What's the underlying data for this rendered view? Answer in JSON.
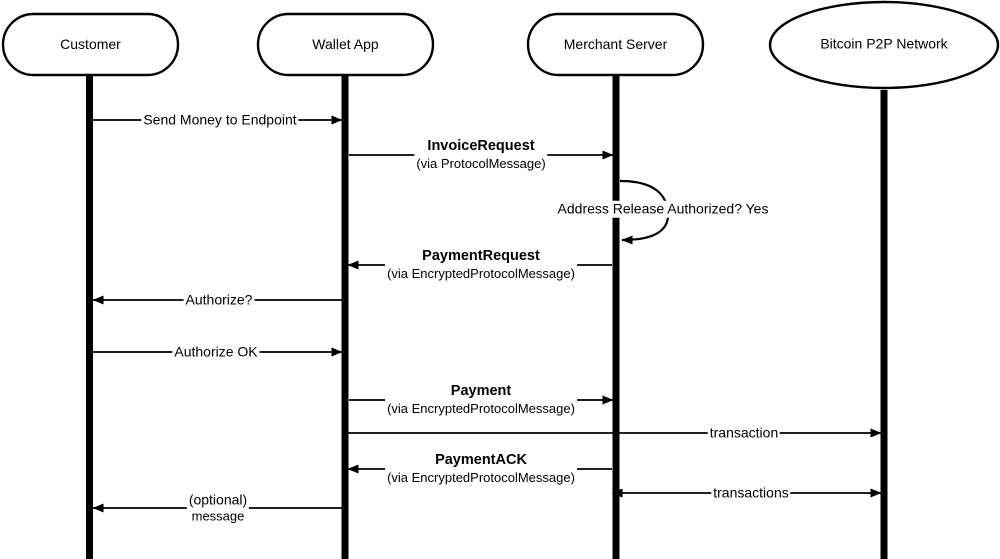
{
  "diagram": {
    "title": "Bitcoin Payment Protocol Sequence Diagram",
    "background_color": "#ffffff",
    "line_color": "#000000",
    "actors": [
      {
        "id": "customer",
        "label": "Customer",
        "shape": "rounded-rect"
      },
      {
        "id": "wallet",
        "label": "Wallet App",
        "shape": "rounded-rect"
      },
      {
        "id": "merchant",
        "label": "Merchant Server",
        "shape": "rounded-rect"
      },
      {
        "id": "bitcoin",
        "label": "Bitcoin P2P Network",
        "shape": "ellipse"
      }
    ],
    "messages": [
      {
        "id": "send-money-to-endpoint",
        "primary": "Send Money to Endpoint",
        "secondary": "",
        "bold": false,
        "from": "customer",
        "to": "wallet",
        "direction": "right"
      },
      {
        "id": "invoice-request",
        "primary": "InvoiceRequest",
        "secondary": "(via ProtocolMessage)",
        "bold": true,
        "from": "wallet",
        "to": "merchant",
        "direction": "right"
      },
      {
        "id": "address-release-authorized",
        "primary": "Address Release Authorized? Yes",
        "secondary": "",
        "bold": false,
        "from": "merchant",
        "to": "merchant",
        "direction": "self"
      },
      {
        "id": "payment-request",
        "primary": "PaymentRequest",
        "secondary": "(via EncryptedProtocolMessage)",
        "bold": true,
        "from": "merchant",
        "to": "wallet",
        "direction": "left"
      },
      {
        "id": "authorize-question",
        "primary": "Authorize?",
        "secondary": "",
        "bold": false,
        "from": "wallet",
        "to": "customer",
        "direction": "left"
      },
      {
        "id": "authorize-ok",
        "primary": "Authorize OK",
        "secondary": "",
        "bold": false,
        "from": "customer",
        "to": "wallet",
        "direction": "right"
      },
      {
        "id": "payment",
        "primary": "Payment",
        "secondary": "(via EncryptedProtocolMessage)",
        "bold": true,
        "from": "wallet",
        "to": "merchant",
        "direction": "right"
      },
      {
        "id": "transaction",
        "primary": "transaction",
        "secondary": "",
        "bold": false,
        "from": "wallet",
        "to": "bitcoin",
        "direction": "right"
      },
      {
        "id": "payment-ack",
        "primary": "PaymentACK",
        "secondary": "(via EncryptedProtocolMessage)",
        "bold": true,
        "from": "merchant",
        "to": "wallet",
        "direction": "left"
      },
      {
        "id": "transactions",
        "primary": "transactions",
        "secondary": "",
        "bold": false,
        "from": "merchant",
        "to": "bitcoin",
        "direction": "both"
      },
      {
        "id": "optional-message",
        "primary": "(optional)",
        "secondary": "message",
        "bold": false,
        "from": "wallet",
        "to": "customer",
        "direction": "left"
      }
    ]
  }
}
